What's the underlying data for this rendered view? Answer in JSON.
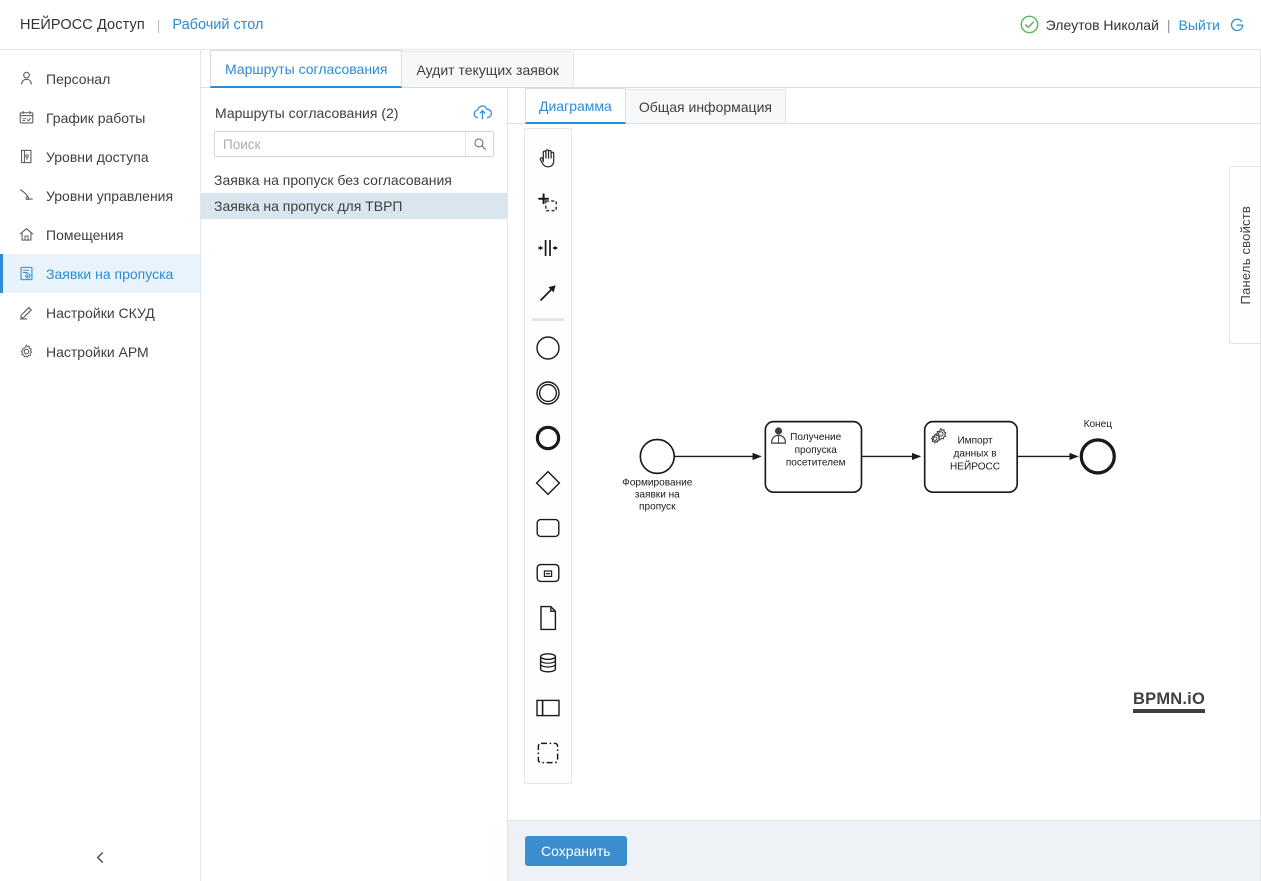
{
  "topbar": {
    "brand": "НЕЙРОСС Доступ",
    "separator": "|",
    "desktop_link": "Рабочий стол",
    "user_name": "Элеутов Николай",
    "user_separator": "|",
    "logout_label": "Выйти",
    "status_icon": "check-circle-icon",
    "logout_icon": "logout-icon",
    "accent_color": "#2d8cd4",
    "status_color": "#4caf50"
  },
  "sidebar": {
    "items": [
      {
        "label": "Персонал",
        "icon": "person-icon",
        "active": false
      },
      {
        "label": "График работы",
        "icon": "calendar-icon",
        "active": false
      },
      {
        "label": "Уровни доступа",
        "icon": "access-level-icon",
        "active": false
      },
      {
        "label": "Уровни управления",
        "icon": "control-level-icon",
        "active": false
      },
      {
        "label": "Помещения",
        "icon": "home-icon",
        "active": false
      },
      {
        "label": "Заявки на пропуска",
        "icon": "pass-request-icon",
        "active": true
      },
      {
        "label": "Настройки СКУД",
        "icon": "pencil-icon",
        "active": false
      },
      {
        "label": "Настройки АРМ",
        "icon": "gear-icon",
        "active": false
      }
    ],
    "collapse_icon": "chevron-left-icon"
  },
  "main_tabs": [
    {
      "label": "Маршруты согласования",
      "active": true
    },
    {
      "label": "Аудит текущих заявок",
      "active": false
    }
  ],
  "routes": {
    "title": "Маршруты согласования (2)",
    "count": 2,
    "upload_icon": "cloud-upload-icon",
    "search": {
      "value": "",
      "placeholder": "Поиск",
      "icon": "search-icon"
    },
    "items": [
      {
        "label": "Заявка на пропуск без согласования",
        "selected": false
      },
      {
        "label": "Заявка на пропуск для ТВРП",
        "selected": true
      }
    ]
  },
  "editor": {
    "tabs": [
      {
        "label": "Диаграмма",
        "active": true
      },
      {
        "label": "Общая информация",
        "active": false
      }
    ],
    "properties_panel_label": "Панель свойств",
    "watermark": "BPMN.iO",
    "palette": [
      {
        "name": "hand-tool-icon",
        "title": "Активировать инструмент «Рука»"
      },
      {
        "name": "lasso-tool-icon",
        "title": "Активировать инструмент «Лассо»"
      },
      {
        "name": "space-tool-icon",
        "title": "Активировать инструмент «Пространство»"
      },
      {
        "name": "connect-tool-icon",
        "title": "Активировать глобальное соединение"
      },
      {
        "name": "separator",
        "title": ""
      },
      {
        "name": "start-event-icon",
        "title": "Создать начальное событие"
      },
      {
        "name": "intermediate-event-icon",
        "title": "Создать промежуточное событие"
      },
      {
        "name": "end-event-icon",
        "title": "Создать конечное событие"
      },
      {
        "name": "gateway-icon",
        "title": "Создать шлюз"
      },
      {
        "name": "task-icon",
        "title": "Создать задачу"
      },
      {
        "name": "subprocess-icon",
        "title": "Создать подпроцесс"
      },
      {
        "name": "data-object-icon",
        "title": "Создать объект данных"
      },
      {
        "name": "data-store-icon",
        "title": "Создать хранилище данных"
      },
      {
        "name": "participant-icon",
        "title": "Создать пул / участника"
      },
      {
        "name": "group-icon",
        "title": "Создать группу"
      }
    ]
  },
  "diagram": {
    "type": "bpmn",
    "nodes": [
      {
        "id": "start",
        "type": "start-event",
        "label": "Формирование заявки на пропуск",
        "label_position": "below"
      },
      {
        "id": "task1",
        "type": "user-task",
        "label": "Получение пропуска посетителем",
        "icon": "user-task-icon"
      },
      {
        "id": "task2",
        "type": "service-task",
        "label": "Импорт данных в НЕЙРОСС",
        "icon": "service-task-gears-icon"
      },
      {
        "id": "end",
        "type": "end-event",
        "label": "Конец",
        "label_position": "above"
      }
    ],
    "flows": [
      {
        "from": "start",
        "to": "task1"
      },
      {
        "from": "task1",
        "to": "task2"
      },
      {
        "from": "task2",
        "to": "end"
      }
    ]
  },
  "footer": {
    "save_label": "Сохранить",
    "save_color": "#3c8dcd"
  }
}
